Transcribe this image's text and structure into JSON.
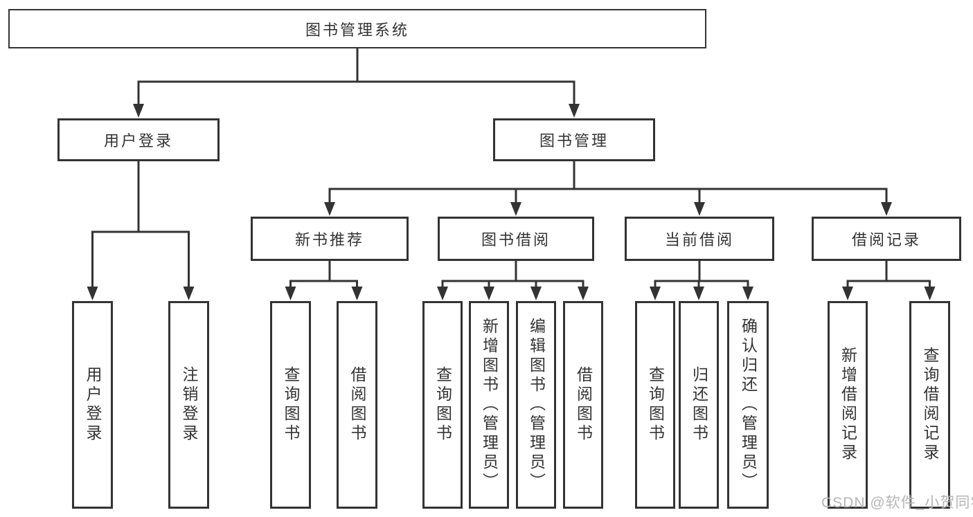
{
  "diagram": {
    "root": {
      "label": "图书管理系统"
    },
    "level2": [
      {
        "label": "用户登录"
      },
      {
        "label": "图书管理"
      }
    ],
    "level3": [
      {
        "label": "新书推荐"
      },
      {
        "label": "图书借阅"
      },
      {
        "label": "当前借阅"
      },
      {
        "label": "借阅记录"
      }
    ],
    "leaves": {
      "user_login": [
        {
          "label": "用户登录"
        },
        {
          "label": "注销登录"
        }
      ],
      "new_book_recommend": [
        {
          "label": "查询图书"
        },
        {
          "label": "借阅图书"
        }
      ],
      "book_borrow": [
        {
          "label": "查询图书"
        },
        {
          "label": "新增图书（管理员）"
        },
        {
          "label": "编辑图书（管理员）"
        },
        {
          "label": "借阅图书"
        }
      ],
      "current_borrow": [
        {
          "label": "查询图书"
        },
        {
          "label": "归还图书"
        },
        {
          "label": "确认归还（管理员）"
        }
      ],
      "borrow_records": [
        {
          "label": "新增借阅记录"
        },
        {
          "label": "查询借阅记录"
        }
      ]
    }
  },
  "watermark": {
    "text": "CSDN @软件_小贺同学"
  },
  "colors": {
    "line": "#333333",
    "text": "#333333",
    "watermark": "#b5b5b5",
    "background": "#ffffff"
  }
}
